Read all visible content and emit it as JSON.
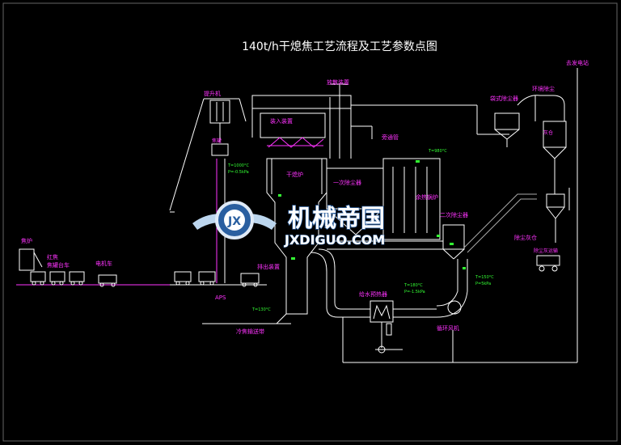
{
  "title": "140t/h干熄焦工艺流程及工艺参数点图",
  "labels": {
    "lift": "提升机",
    "loading": "装入装置",
    "coke_bucket": "焦罐",
    "cooling_chamber": "干熄炉",
    "hot_coke": "红焦",
    "coke_cart": "电机车",
    "coke_tank_car": "焦罐台车",
    "aps": "APS",
    "primary_dust": "一次除尘器",
    "secondary_dust": "二次除尘器",
    "boiler": "余热锅炉",
    "circ_fan": "循环风机",
    "feedwater_heater": "给水预热器",
    "discharge": "排出装置",
    "cold_coke_belt": "冷焦输送带",
    "to_steam": "去发电站",
    "env_dust": "环境除尘",
    "bag_filter": "袋式除尘器",
    "dust_bin": "除尘灰仓",
    "dust_truck": "除尘灰运输",
    "top_vent": "放散装置",
    "coke_oven": "焦炉",
    "bypass": "旁通管",
    "ash_bin": "灰仓"
  },
  "params": {
    "p1": "T=1000°C",
    "p2": "P=-0.5kPa",
    "p3": "T=980°C",
    "p4": "T=180°C",
    "p5": "P=-1.5kPa",
    "p6": "T=150°C",
    "p7": "P=5kPa",
    "p8": "T=130°C"
  },
  "watermark": {
    "brand_cn": "机械帝国",
    "brand_en": "JXDIGUO.COM",
    "emblem": "JX"
  },
  "colors": {
    "background": "#000000",
    "lines": "#ffffff",
    "labels": "#ff33ff",
    "params": "#33ff33",
    "title": "#ffffff"
  }
}
